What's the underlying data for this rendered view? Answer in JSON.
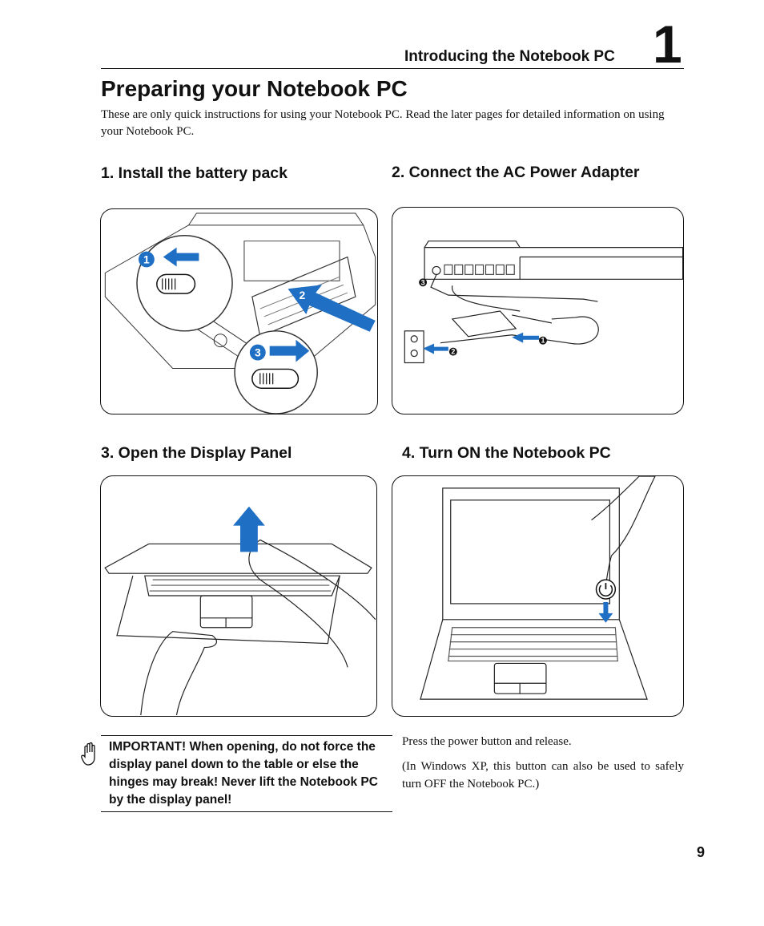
{
  "header": {
    "chapter_title": "Introducing the Notebook PC",
    "chapter_number": "1"
  },
  "page_title": "Preparing your Notebook PC",
  "intro": "These are only quick instructions for using your Notebook PC. Read the later pages for detailed information on using your Notebook PC.",
  "steps": [
    {
      "heading": "1. Install the battery pack",
      "callouts": [
        "1",
        "2",
        "3"
      ]
    },
    {
      "heading": "2. Connect the AC Power Adapter",
      "callouts": [
        "3",
        "1",
        "2"
      ]
    },
    {
      "heading": "3. Open the Display Panel"
    },
    {
      "heading": "4. Turn ON the Notebook PC"
    }
  ],
  "important_note": "IMPORTANT!  When opening, do not force the display panel down to the table or else the hinges may break! Never lift the Notebook PC by the display panel!",
  "step4_text": [
    "Press the power button and release.",
    "(In Windows XP, this button can also be used to safely turn OFF the Notebook PC.)"
  ],
  "page_number": "9",
  "colors": {
    "accent_blue": "#1f6fc4",
    "text": "#111111"
  },
  "icons": [
    "hand-caution-icon",
    "power-icon",
    "arrow-left-icon",
    "arrow-right-icon",
    "arrow-up-icon"
  ]
}
